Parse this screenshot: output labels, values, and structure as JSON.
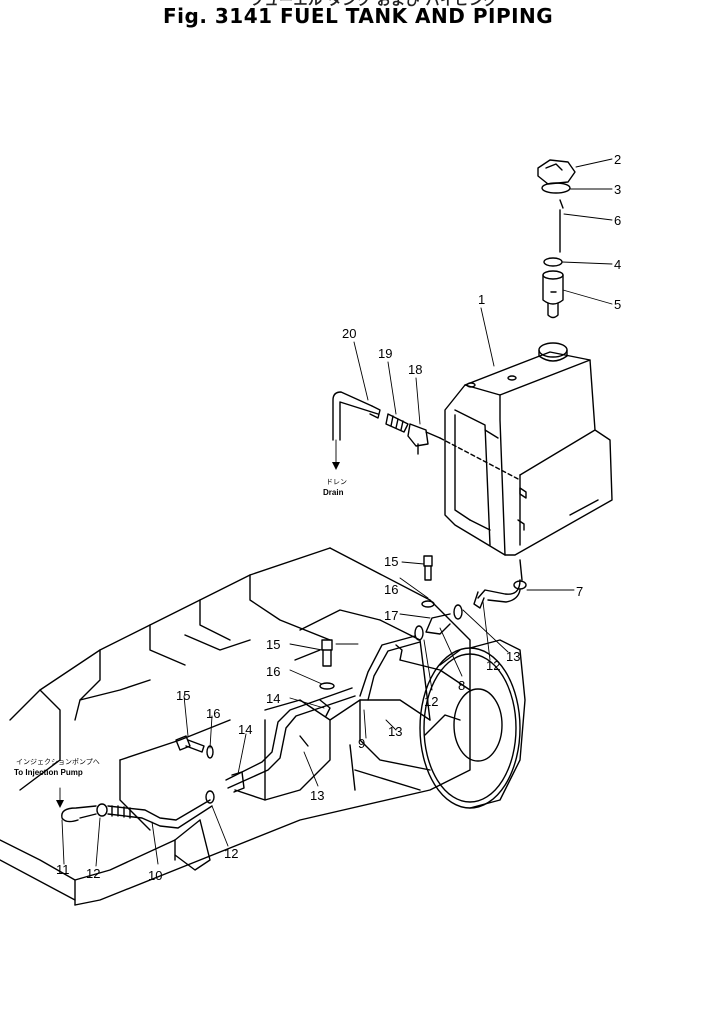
{
  "figure": {
    "title_jp": "フューエル タンク および パイピング",
    "title": "Fig. 3141  FUEL TANK AND PIPING"
  },
  "callouts": {
    "c1": "1",
    "c2": "2",
    "c3": "3",
    "c4": "4",
    "c5": "5",
    "c6": "6",
    "c7": "7",
    "c8": "8",
    "c9": "9",
    "c10": "10",
    "c11": "11",
    "c12a": "12",
    "c12b": "12",
    "c12c": "12",
    "c12d": "12",
    "c13a": "13",
    "c13b": "13",
    "c13c": "13",
    "c14a": "14",
    "c14b": "14",
    "c15a": "15",
    "c15b": "15",
    "c15c": "15",
    "c16a": "16",
    "c16b": "16",
    "c16c": "16",
    "c17": "17",
    "c18": "18",
    "c19": "19",
    "c20": "20"
  },
  "notes": {
    "drain_jp": "ドレン",
    "drain_en": "Drain",
    "pump_jp": "インジェクションポンプへ",
    "pump_en": "To Injection Pump"
  }
}
